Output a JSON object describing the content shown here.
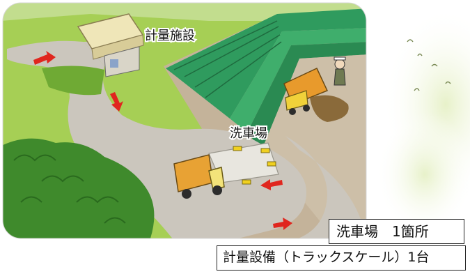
{
  "labels": {
    "weighing_facility": "計量施設",
    "car_wash": "洗車場"
  },
  "captions": {
    "car_wash_count": "洗車場　1箇所",
    "weighing_equipment": "計量設備（トラックスケール）1台"
  },
  "colors": {
    "grass": "#8bbd3e",
    "road": "#c9c3b8",
    "roof_green": "#2f9b5e",
    "truck_orange": "#e8a234",
    "arrow_red": "#e0261e"
  }
}
